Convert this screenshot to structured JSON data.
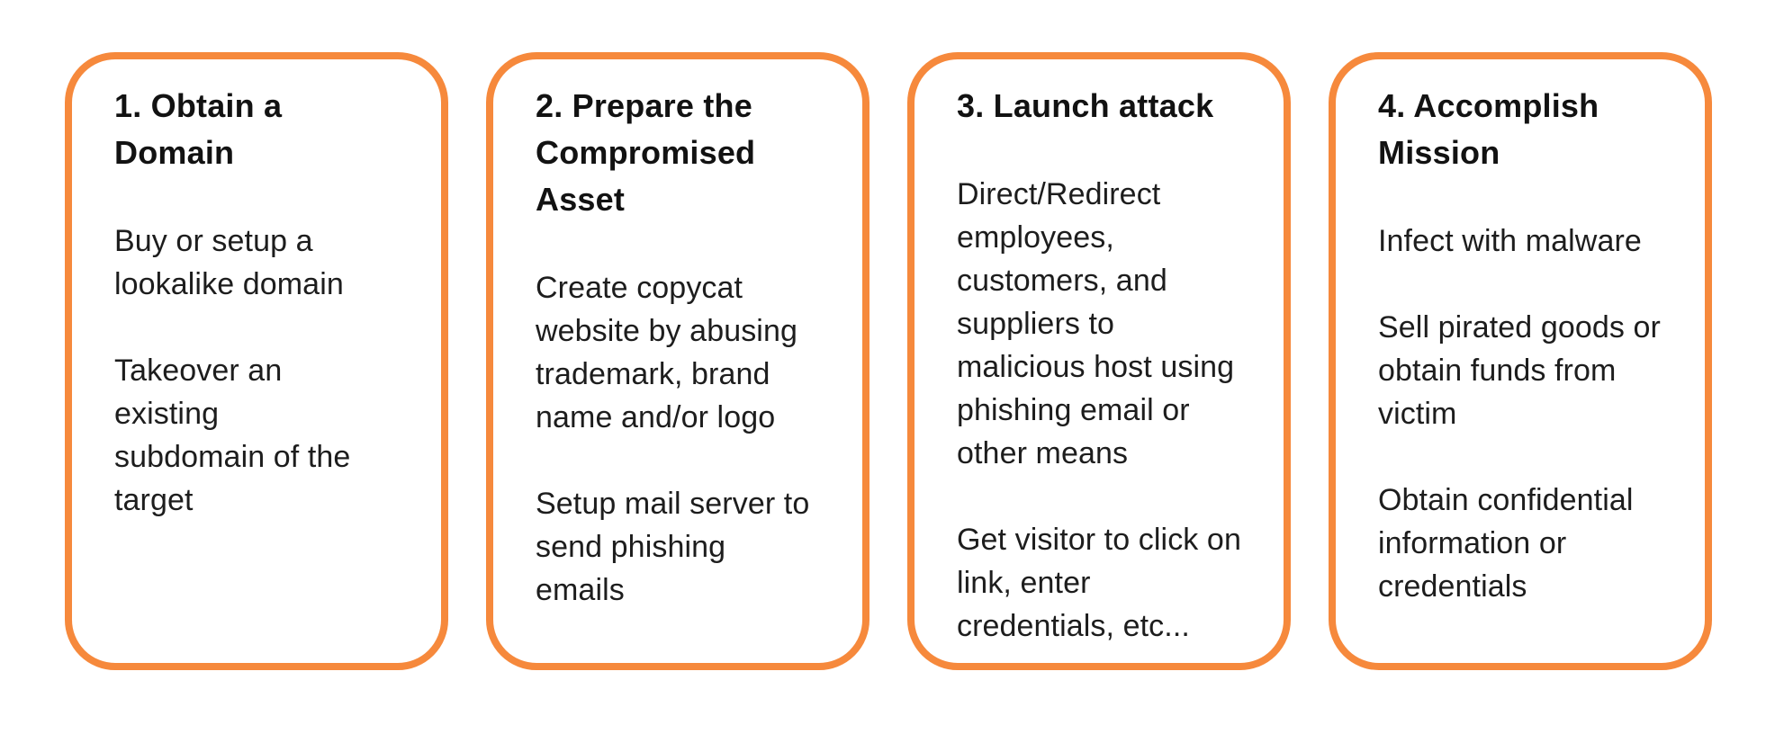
{
  "diagram": {
    "accent_color": "#F6893C",
    "text_color": "#1a1a1a",
    "background_color": "#ffffff"
  },
  "cards": [
    {
      "title": "1. Obtain a\nDomain",
      "paragraphs": [
        "Buy or setup a\nlookalike domain",
        "Takeover an\nexisting\nsubdomain of the\ntarget"
      ]
    },
    {
      "title": "2. Prepare the\nCompromised\nAsset",
      "paragraphs": [
        "Create copycat\nwebsite by abusing\ntrademark, brand\nname and/or logo",
        "Setup mail server to\nsend phishing\nemails"
      ]
    },
    {
      "title": "3. Launch attack",
      "paragraphs": [
        "Direct/Redirect\nemployees,\ncustomers, and\nsuppliers to\nmalicious host using\nphishing email or\nother means",
        "Get visitor to click on\nlink, enter\ncredentials, etc..."
      ]
    },
    {
      "title": "4. Accomplish\nMission",
      "paragraphs": [
        "Infect with malware",
        "Sell pirated goods or\nobtain funds from\nvictim",
        "Obtain confidential\ninformation or\ncredentials"
      ]
    }
  ]
}
